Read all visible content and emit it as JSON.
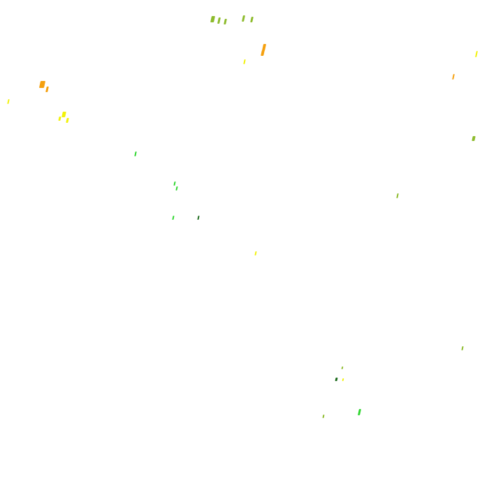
{
  "palette": {
    "background": "#ffffff",
    "olive": "#8dbb2c",
    "orange": "#f5a00e",
    "yellow": "#f2f20a",
    "green": "#2fd62f",
    "dark_green": "#1d6b1d"
  },
  "marks": [
    {
      "color": "olive"
    },
    {
      "color": "olive"
    },
    {
      "color": "olive"
    },
    {
      "color": "olive"
    },
    {
      "color": "olive"
    },
    {
      "color": "orange"
    },
    {
      "color": "orange"
    },
    {
      "color": "yellow"
    },
    {
      "color": "orange"
    },
    {
      "color": "orange"
    },
    {
      "color": "yellow"
    },
    {
      "color": "yellow"
    },
    {
      "color": "yellow"
    },
    {
      "color": "yellow"
    },
    {
      "color": "green"
    },
    {
      "color": "green"
    },
    {
      "color": "green"
    },
    {
      "color": "green"
    },
    {
      "color": "dark_green"
    },
    {
      "color": "yellow"
    },
    {
      "color": "yellow"
    },
    {
      "color": "orange"
    },
    {
      "color": "olive"
    },
    {
      "color": "olive"
    },
    {
      "color": "olive"
    },
    {
      "color": "olive"
    },
    {
      "color": "dark_green"
    },
    {
      "color": "yellow"
    },
    {
      "color": "olive"
    },
    {
      "color": "green"
    }
  ]
}
